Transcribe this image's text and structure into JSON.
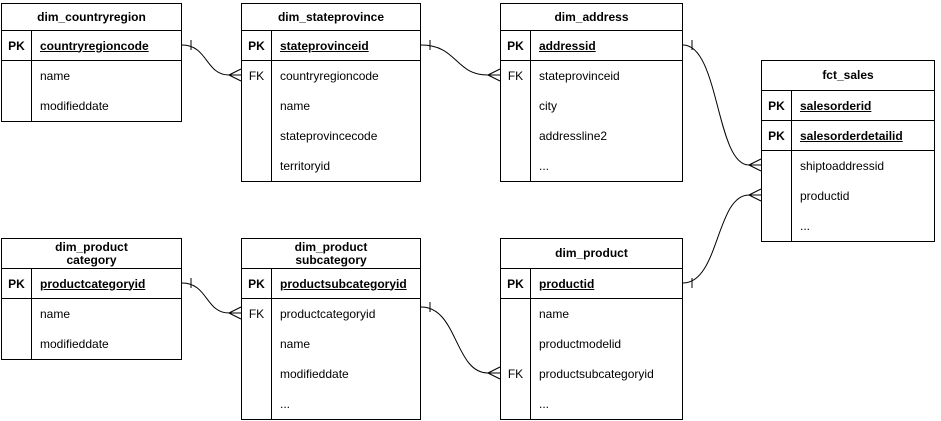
{
  "diagram": {
    "kind": "entity-relationship-diagram",
    "colors": {
      "line": "#000000",
      "fill": "#ffffff",
      "text": "#000000"
    },
    "tables": [
      {
        "id": "dim_countryregion",
        "title_lines": [
          "dim_countryregion"
        ],
        "key_rows": [
          {
            "key": "PK",
            "field": "countryregioncode"
          }
        ],
        "body_rows": [
          {
            "key": "",
            "field": "name"
          },
          {
            "key": "",
            "field": "modifieddate"
          }
        ]
      },
      {
        "id": "dim_stateprovince",
        "title_lines": [
          "dim_stateprovince"
        ],
        "key_rows": [
          {
            "key": "PK",
            "field": "stateprovinceid"
          }
        ],
        "body_rows": [
          {
            "key": "FK",
            "field": "countryregioncode"
          },
          {
            "key": "",
            "field": "name"
          },
          {
            "key": "",
            "field": "stateprovincecode"
          },
          {
            "key": "",
            "field": "territoryid"
          }
        ]
      },
      {
        "id": "dim_address",
        "title_lines": [
          "dim_address"
        ],
        "key_rows": [
          {
            "key": "PK",
            "field": "addressid"
          }
        ],
        "body_rows": [
          {
            "key": "FK",
            "field": "stateprovinceid"
          },
          {
            "key": "",
            "field": "city"
          },
          {
            "key": "",
            "field": "addressline2"
          },
          {
            "key": "",
            "field": "..."
          }
        ]
      },
      {
        "id": "fct_sales",
        "title_lines": [
          "fct_sales"
        ],
        "key_rows": [
          {
            "key": "PK",
            "field": "salesorderid"
          },
          {
            "key": "PK",
            "field": "salesorderdetailid"
          }
        ],
        "body_rows": [
          {
            "key": "",
            "field": "shiptoaddressid"
          },
          {
            "key": "",
            "field": "productid"
          },
          {
            "key": "",
            "field": "..."
          }
        ]
      },
      {
        "id": "dim_productcategory",
        "title_lines": [
          "dim_product",
          "category"
        ],
        "key_rows": [
          {
            "key": "PK",
            "field": "productcategoryid"
          }
        ],
        "body_rows": [
          {
            "key": "",
            "field": "name"
          },
          {
            "key": "",
            "field": "modifieddate"
          }
        ]
      },
      {
        "id": "dim_productsubcategory",
        "title_lines": [
          "dim_product",
          "subcategory"
        ],
        "key_rows": [
          {
            "key": "PK",
            "field": "productsubcategoryid"
          }
        ],
        "body_rows": [
          {
            "key": "FK",
            "field": "productcategoryid"
          },
          {
            "key": "",
            "field": "name"
          },
          {
            "key": "",
            "field": "modifieddate"
          },
          {
            "key": "",
            "field": "..."
          }
        ]
      },
      {
        "id": "dim_product",
        "title_lines": [
          "dim_product"
        ],
        "key_rows": [
          {
            "key": "PK",
            "field": "productid"
          }
        ],
        "body_rows": [
          {
            "key": "",
            "field": "name"
          },
          {
            "key": "",
            "field": "productmodelid"
          },
          {
            "key": "FK",
            "field": "productsubcategoryid"
          },
          {
            "key": "",
            "field": "..."
          }
        ]
      }
    ],
    "connectors": [
      {
        "from_table": "dim_countryregion",
        "from_field": "countryregioncode",
        "to_table": "dim_stateprovince",
        "to_field": "countryregioncode",
        "from_cardinality": "one",
        "to_cardinality": "many"
      },
      {
        "from_table": "dim_stateprovince",
        "from_field": "stateprovinceid",
        "to_table": "dim_address",
        "to_field": "stateprovinceid",
        "from_cardinality": "one",
        "to_cardinality": "many"
      },
      {
        "from_table": "dim_address",
        "from_field": "addressid",
        "to_table": "fct_sales",
        "to_field": "shiptoaddressid",
        "from_cardinality": "one",
        "to_cardinality": "many"
      },
      {
        "from_table": "dim_product",
        "from_field": "productid",
        "to_table": "fct_sales",
        "to_field": "productid",
        "from_cardinality": "one",
        "to_cardinality": "many"
      },
      {
        "from_table": "dim_productcategory",
        "from_field": "productcategoryid",
        "to_table": "dim_productsubcategory",
        "to_field": "productcategoryid",
        "from_cardinality": "one",
        "to_cardinality": "many"
      },
      {
        "from_table": "dim_productsubcategory",
        "from_field": "productsubcategoryid",
        "to_table": "dim_product",
        "to_field": "productsubcategoryid",
        "from_cardinality": "one",
        "to_cardinality": "many"
      }
    ]
  }
}
